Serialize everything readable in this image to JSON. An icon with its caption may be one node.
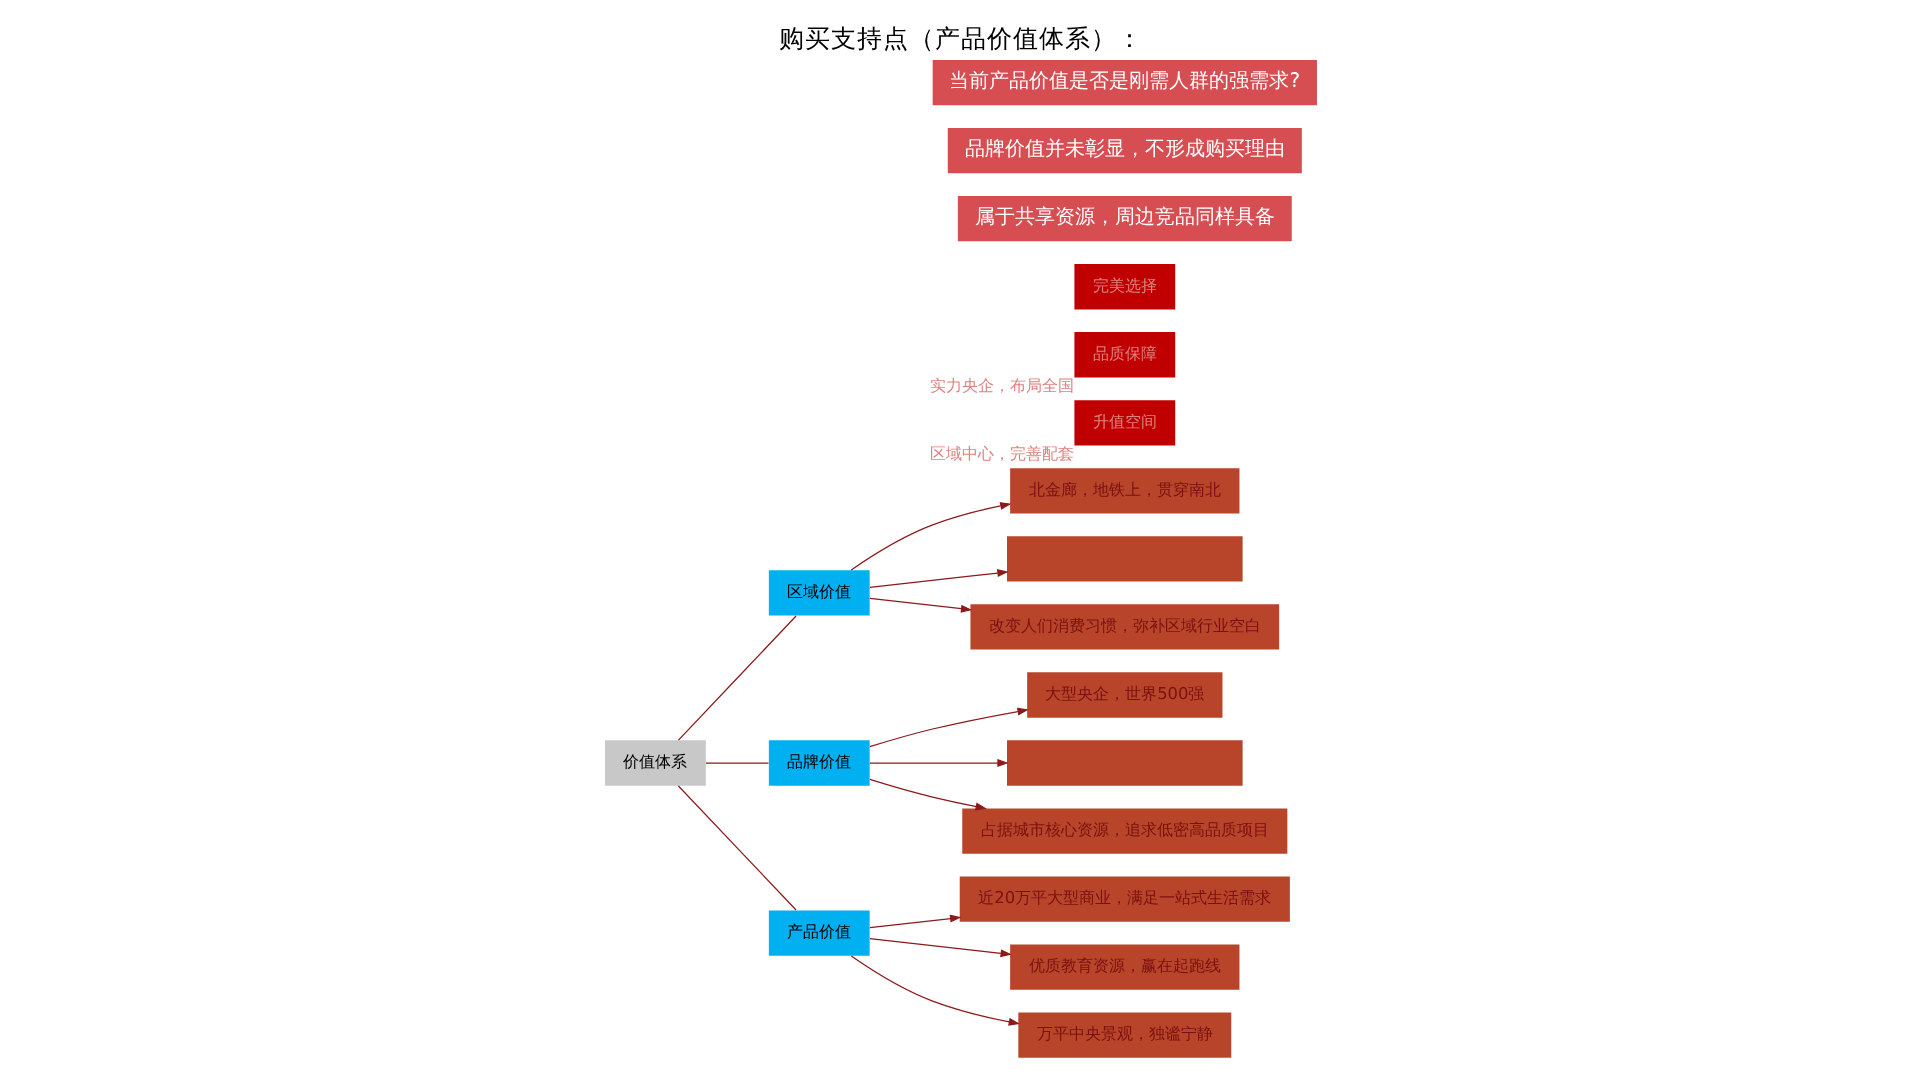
{
  "diagram": {
    "title": "购买支持点（产品价值体系）：",
    "nodes": [
      {
        "text": [
          "价值体系"
        ]
      },
      {
        "text": [
          "区域价值"
        ]
      },
      {
        "text": [
          "品牌价值"
        ]
      },
      {
        "text": [
          "产品价值"
        ]
      },
      {
        "text": [
          "北金廊，地铁上，贯穿南北"
        ]
      },
      {
        "text": [],
        "shape": "box"
      },
      {
        "text": [
          "改变人们消费习惯，弥补区域行业空白"
        ]
      },
      {
        "text": [
          "升值空间"
        ],
        "beside": [
          "区域中心，完善配套"
        ]
      },
      {
        "text": [
          "大型央企，世界500强"
        ]
      },
      {
        "text": [],
        "shape": "box"
      },
      {
        "text": [
          "占据城市核心资源，追求低密高品质项目"
        ]
      },
      {
        "text": [
          "品质保障"
        ],
        "beside": [
          "实力央企，布局全国"
        ]
      },
      {
        "text": [
          "近20万平大型商业，满足一站式生活需求"
        ]
      },
      {
        "text": [
          "优质教育资源，赢在起跑线"
        ]
      },
      {
        "text": [
          "万平中央景观，独谧宁静"
        ]
      },
      {
        "text": [
          "完美选择"
        ]
      }
    ],
    "edges": [
      {
        "from": 0,
        "to": 1,
        "arrow": "none"
      },
      {
        "from": 0,
        "to": 2,
        "arrow": "none"
      },
      {
        "from": 0,
        "to": 3,
        "arrow": "none"
      },
      {
        "from": 1,
        "to": 4,
        "arrow": "to"
      },
      {
        "from": 1,
        "to": 5,
        "arrow": "to"
      },
      {
        "from": 1,
        "to": 6,
        "arrow": "to"
      },
      {
        "from": 2,
        "to": 8,
        "arrow": "to"
      },
      {
        "from": 2,
        "to": 9,
        "arrow": "to"
      },
      {
        "from": 2,
        "to": 10,
        "arrow": "to"
      },
      {
        "from": 3,
        "to": 12,
        "arrow": "to"
      },
      {
        "from": 3,
        "to": 13,
        "arrow": "to"
      },
      {
        "from": 3,
        "to": 14,
        "arrow": "to"
      }
    ],
    "labels": [
      "属于共享资源，周边竞品同样具备",
      "品牌价值并未彰显，不形成购买理由",
      "当前产品价值是否是刚需人群的强需求?"
    ]
  }
}
